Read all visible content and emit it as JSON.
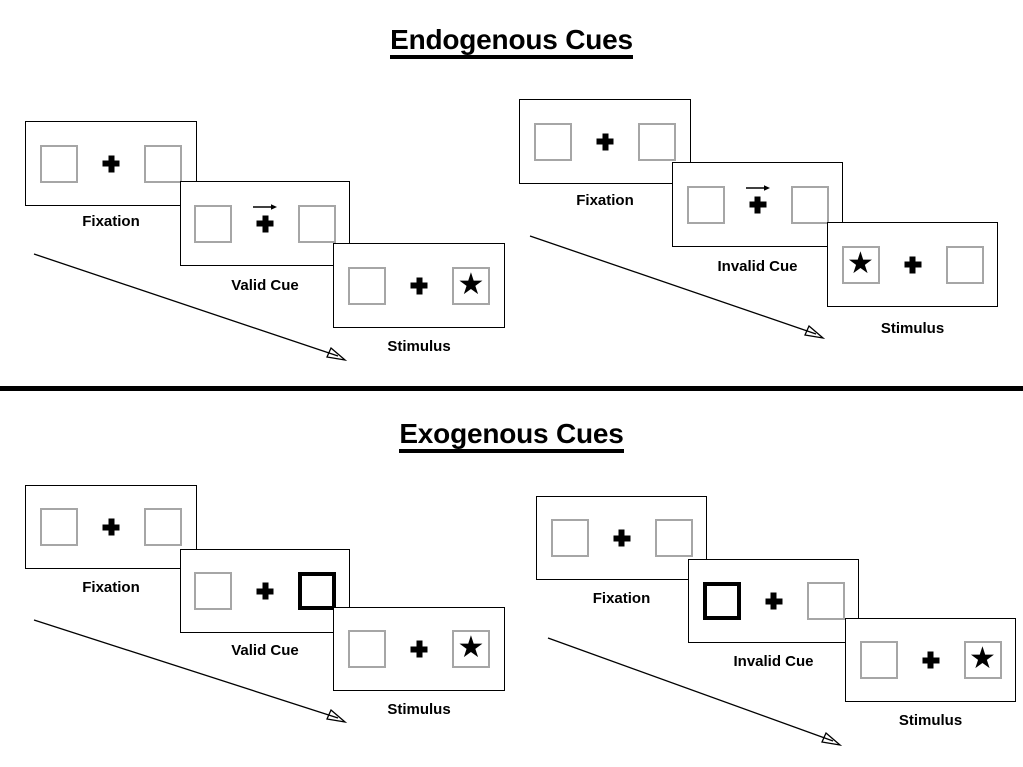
{
  "figure": {
    "title_top": "Endogenous Cues",
    "title_bottom": "Exogenous Cues",
    "divider_color": "#000000",
    "box_border_color": "#A6A6A6",
    "cued_box_border_color": "#000000",
    "panel_border_color": "#000000",
    "star_glyph": "★",
    "arrow_glyph": "→"
  },
  "sections": [
    {
      "id": "endogenous",
      "title": "Endogenous Cues",
      "columns": [
        {
          "id": "endogenous-valid",
          "panels": [
            {
              "caption": "Fixation",
              "cue_type": "none",
              "left_box": {
                "cued": false,
                "stimulus": ""
              },
              "right_box": {
                "cued": false,
                "stimulus": ""
              }
            },
            {
              "caption": "Valid Cue",
              "cue_type": "arrow-right",
              "left_box": {
                "cued": false,
                "stimulus": ""
              },
              "right_box": {
                "cued": false,
                "stimulus": ""
              }
            },
            {
              "caption": "Stimulus",
              "cue_type": "none",
              "left_box": {
                "cued": false,
                "stimulus": ""
              },
              "right_box": {
                "cued": false,
                "stimulus": "★"
              }
            }
          ]
        },
        {
          "id": "endogenous-invalid",
          "panels": [
            {
              "caption": "Fixation",
              "cue_type": "none",
              "left_box": {
                "cued": false,
                "stimulus": ""
              },
              "right_box": {
                "cued": false,
                "stimulus": ""
              }
            },
            {
              "caption": "Invalid Cue",
              "cue_type": "arrow-right",
              "left_box": {
                "cued": false,
                "stimulus": ""
              },
              "right_box": {
                "cued": false,
                "stimulus": ""
              }
            },
            {
              "caption": "Stimulus",
              "cue_type": "none",
              "left_box": {
                "cued": false,
                "stimulus": "★"
              },
              "right_box": {
                "cued": false,
                "stimulus": ""
              }
            }
          ]
        }
      ]
    },
    {
      "id": "exogenous",
      "title": "Exogenous Cues",
      "columns": [
        {
          "id": "exogenous-valid",
          "panels": [
            {
              "caption": "Fixation",
              "cue_type": "none",
              "left_box": {
                "cued": false,
                "stimulus": ""
              },
              "right_box": {
                "cued": false,
                "stimulus": ""
              }
            },
            {
              "caption": "Valid Cue",
              "cue_type": "box-highlight-right",
              "left_box": {
                "cued": false,
                "stimulus": ""
              },
              "right_box": {
                "cued": true,
                "stimulus": ""
              }
            },
            {
              "caption": "Stimulus",
              "cue_type": "none",
              "left_box": {
                "cued": false,
                "stimulus": ""
              },
              "right_box": {
                "cued": false,
                "stimulus": "★"
              }
            }
          ]
        },
        {
          "id": "exogenous-invalid",
          "panels": [
            {
              "caption": "Fixation",
              "cue_type": "none",
              "left_box": {
                "cued": false,
                "stimulus": ""
              },
              "right_box": {
                "cued": false,
                "stimulus": ""
              }
            },
            {
              "caption": "Invalid Cue",
              "cue_type": "box-highlight-left",
              "left_box": {
                "cued": true,
                "stimulus": ""
              },
              "right_box": {
                "cued": false,
                "stimulus": ""
              }
            },
            {
              "caption": "Stimulus",
              "cue_type": "none",
              "left_box": {
                "cued": false,
                "stimulus": ""
              },
              "right_box": {
                "cued": false,
                "stimulus": "★"
              }
            }
          ]
        }
      ]
    }
  ]
}
